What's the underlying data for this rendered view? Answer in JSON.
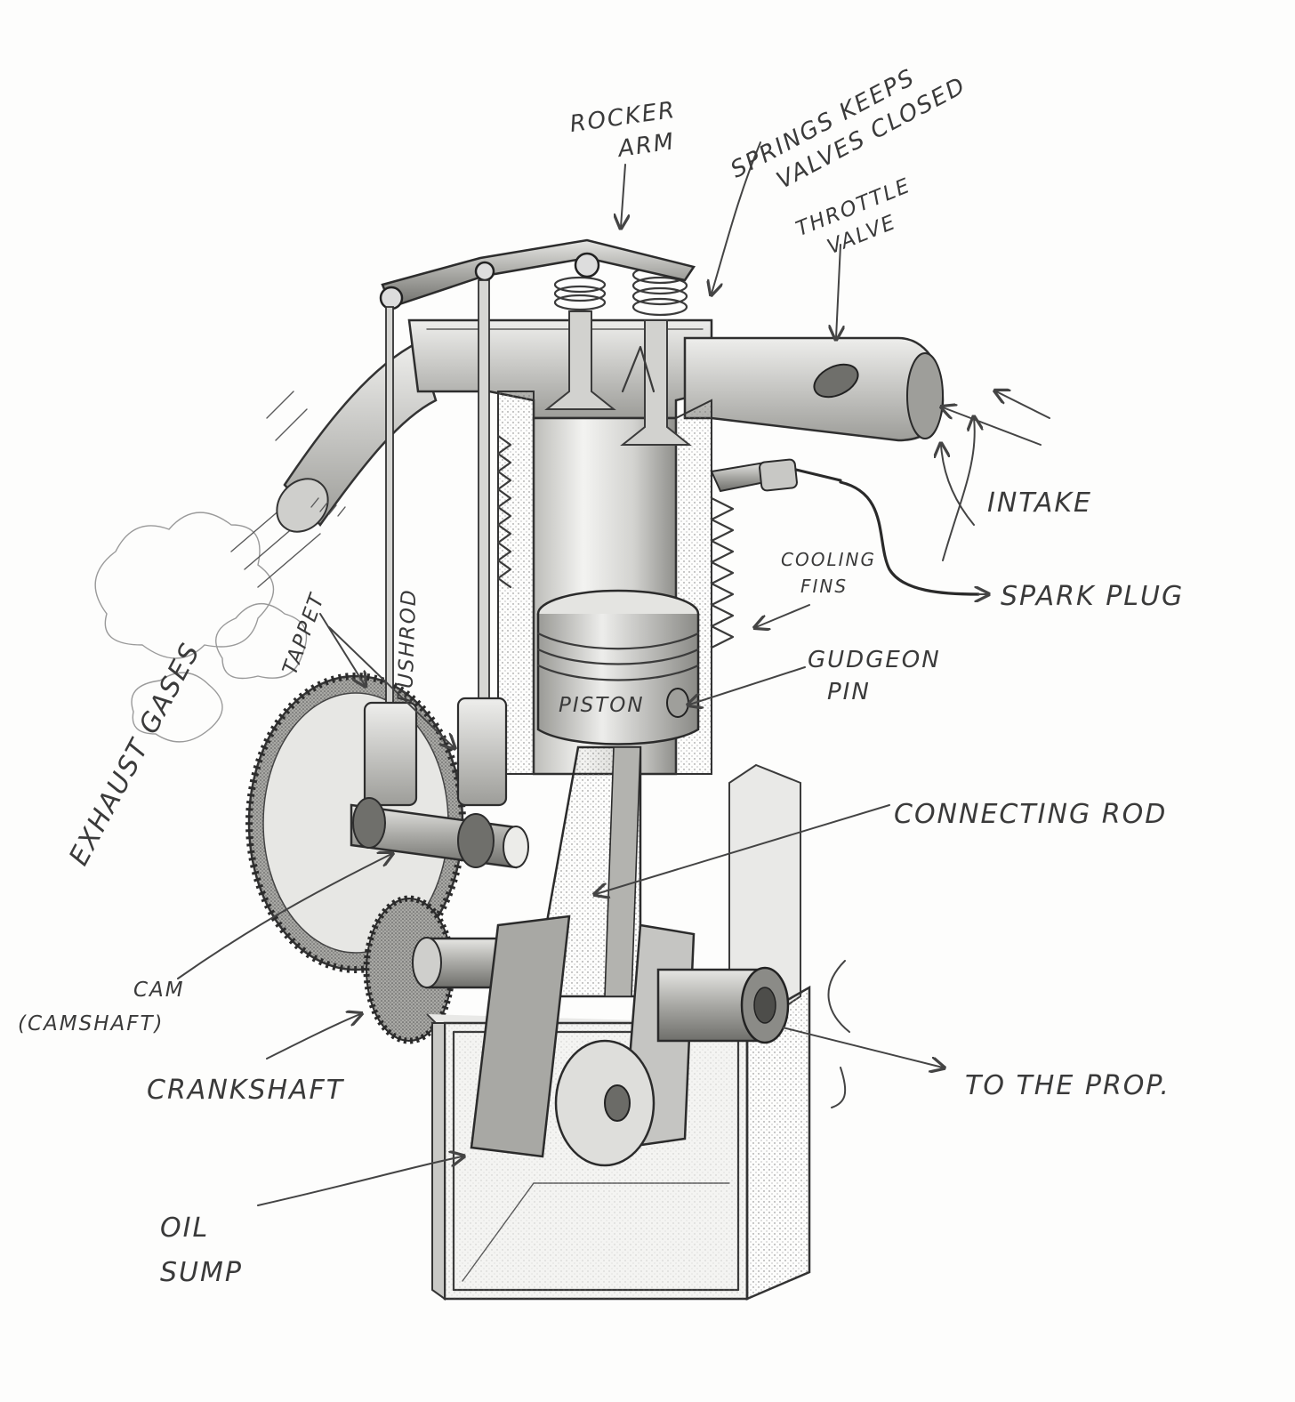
{
  "labels": {
    "rocker_arm": [
      "ROCKER",
      "ARM"
    ],
    "springs": [
      "SPRINGS KEEPS",
      "VALVES CLOSED"
    ],
    "throttle": [
      "THROTTLE",
      "VALVE"
    ],
    "intake": "INTAKE",
    "spark_plug": "SPARK PLUG",
    "cooling_fins": [
      "COOLING",
      "FINS"
    ],
    "gudgeon_pin": [
      "GUDGEON",
      "PIN"
    ],
    "piston": "PISTON",
    "connecting_rod": "CONNECTING ROD",
    "exhaust_gases": "EXHAUST GASES",
    "tappet": "TAPPET",
    "pushrod": "PUSHROD",
    "cam": [
      "CAM",
      "(CAMSHAFT)"
    ],
    "crankshaft": "CRANKSHAFT",
    "to_the_prop": "TO THE PROP.",
    "oil_sump": [
      "OIL",
      "SUMP"
    ]
  }
}
